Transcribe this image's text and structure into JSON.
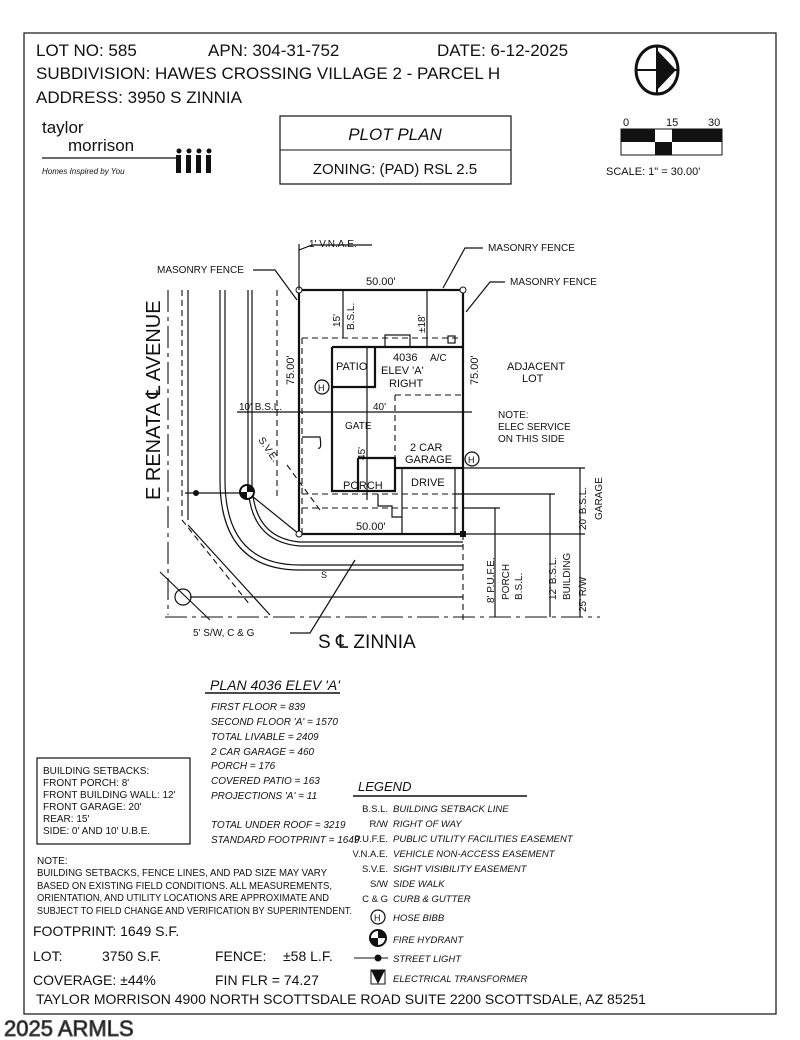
{
  "header": {
    "lot": "LOT NO: 585",
    "apn": "APN: 304-31-752",
    "date": "DATE: 6-12-2025",
    "subdivision": "SUBDIVISION: HAWES CROSSING VILLAGE 2 - PARCEL H",
    "address": "ADDRESS: 3950 S ZINNIA"
  },
  "logo": {
    "line1": "taylor",
    "line2": "morrison",
    "tagline": "Homes Inspired by You"
  },
  "title_box": {
    "title": "PLOT PLAN",
    "zoning": "ZONING: (PAD) RSL 2.5"
  },
  "scale": {
    "t0": "0",
    "t15": "15",
    "t30": "30",
    "label": "SCALE: 1\" = 30.00'"
  },
  "plan": {
    "vnae": "1' V.N.A.E.",
    "fence_left": "MASONRY FENCE",
    "fence_top": "MASONRY FENCE",
    "fence_right": "MASONRY FENCE",
    "width_top": "50.00'",
    "width_bottom": "50.00'",
    "depth_left": "75.00'",
    "depth_right": "75.00'",
    "rear_bsl": "15'",
    "rear_bsl_label": "B.S.L.",
    "rear_dim": "±18'",
    "side_bsl": "10' B.S.L.",
    "house_width": "40'",
    "house_depth": "45'",
    "patio": "PATIO",
    "house1": "4036",
    "ac": "A/C",
    "house2": "ELEV 'A'",
    "house3": "RIGHT",
    "gate": "GATE",
    "garage1": "2 CAR",
    "garage2": "GARAGE",
    "porch": "PORCH",
    "drive": "DRIVE",
    "hose": "H",
    "adjacent1": "ADJACENT",
    "adjacent2": "LOT",
    "note1": "NOTE:",
    "note2": "ELEC SERVICE",
    "note3": "ON THIS SIDE",
    "sve": "S.V.E.",
    "street_left": "E   RENATA  ℄  AVENUE",
    "street_bottom": "S   ℄   ZINNIA",
    "sw": "5' S/W, C & G",
    "s_mark": "S",
    "garage_bsl": "20' B.S.L.",
    "garage_bsl2": "GARAGE",
    "rw": "25' R/W",
    "bldg_bsl": "12' B.S.L.",
    "bldg_bsl2": "BUILDING",
    "pufe": "8' P.U.F.E.",
    "porch_bsl": "PORCH",
    "porch_bsl2": "B.S.L."
  },
  "areas": {
    "title": "PLAN 4036 ELEV 'A'",
    "lines": [
      "FIRST FLOOR = 839",
      "SECOND FLOOR 'A' = 1570",
      "TOTAL LIVABLE = 2409",
      "2 CAR GARAGE = 460",
      "PORCH = 176",
      "COVERED PATIO = 163",
      "PROJECTIONS 'A' = 11"
    ],
    "total": "TOTAL UNDER ROOF = 3219",
    "footprint": "STANDARD FOOTPRINT = 1649"
  },
  "setbacks": [
    "BUILDING SETBACKS:",
    "FRONT PORCH: 8'",
    "FRONT BUILDING WALL: 12'",
    "FRONT GARAGE: 20'",
    "REAR: 15'",
    "SIDE: 0' AND 10' U.B.E."
  ],
  "note": [
    "NOTE:",
    "BUILDING SETBACKS, FENCE LINES, AND PAD SIZE MAY VARY",
    "BASED ON EXISTING FIELD CONDITIONS.  ALL MEASUREMENTS,",
    "ORIENTATION, AND UTILITY LOCATIONS ARE APPROXIMATE AND",
    "SUBJECT TO FIELD CHANGE AND VERIFICATION BY SUPERINTENDENT."
  ],
  "stats": {
    "footprint": "FOOTPRINT: 1649 S.F.",
    "lot_label": "LOT:",
    "lot": "3750 S.F.",
    "fence_label": "FENCE:",
    "fence": "±58 L.F.",
    "coverage": "COVERAGE: ±44%",
    "fin_flr": "FIN FLR =  74.27"
  },
  "legend": {
    "title": "LEGEND",
    "items": [
      [
        "B.S.L.",
        "BUILDING SETBACK LINE"
      ],
      [
        "R/W",
        "RIGHT OF WAY"
      ],
      [
        "P.U.F.E.",
        "PUBLIC UTILITY FACILITIES EASEMENT"
      ],
      [
        "V.N.A.E.",
        "VEHICLE NON-ACCESS EASEMENT"
      ],
      [
        "S.V.E.",
        "SIGHT VISIBILITY EASEMENT"
      ],
      [
        "S/W",
        "SIDE WALK"
      ],
      [
        "C & G",
        "CURB & GUTTER"
      ]
    ],
    "hose": "HOSE BIBB",
    "hydrant": "FIRE HYDRANT",
    "light": "STREET LIGHT",
    "transformer": "ELECTRICAL TRANSFORMER"
  },
  "footer": "TAYLOR MORRISON 4900 NORTH SCOTTSDALE ROAD SUITE 2200 SCOTTSDALE, AZ  85251",
  "watermark": "2025 ARMLS"
}
